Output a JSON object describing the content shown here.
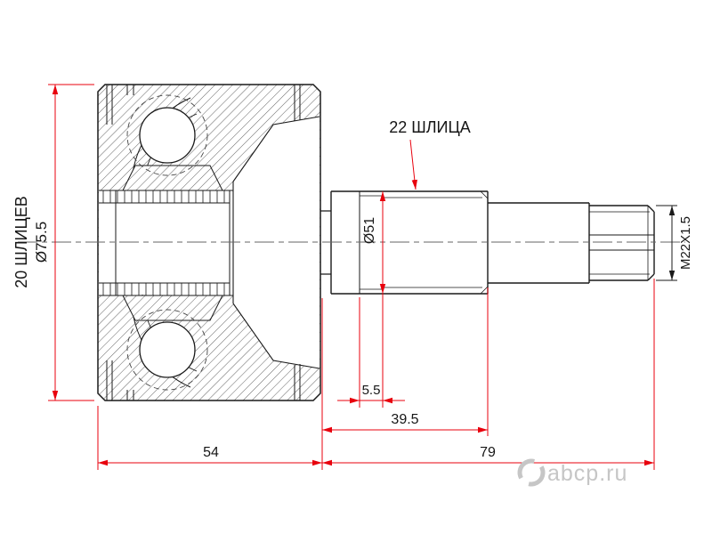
{
  "drawing": {
    "labels": {
      "shaft_splines": "22 ШЛИЦА",
      "body_splines": "20 ШЛИЦЕВ",
      "body_diameter": "Ø75.5",
      "shaft_diameter": "Ø51",
      "thread_spec": "M22X1.5"
    },
    "dimensions": {
      "groove_width": "5.5",
      "spline_section_length": "39.5",
      "body_length": "54",
      "shaft_length": "79"
    },
    "colors": {
      "outline": "#1a1a1a",
      "dimension_line": "#e8000d",
      "watermark": "#c6c6c6",
      "background": "#ffffff"
    }
  },
  "watermark": {
    "text": "abcp.ru"
  }
}
